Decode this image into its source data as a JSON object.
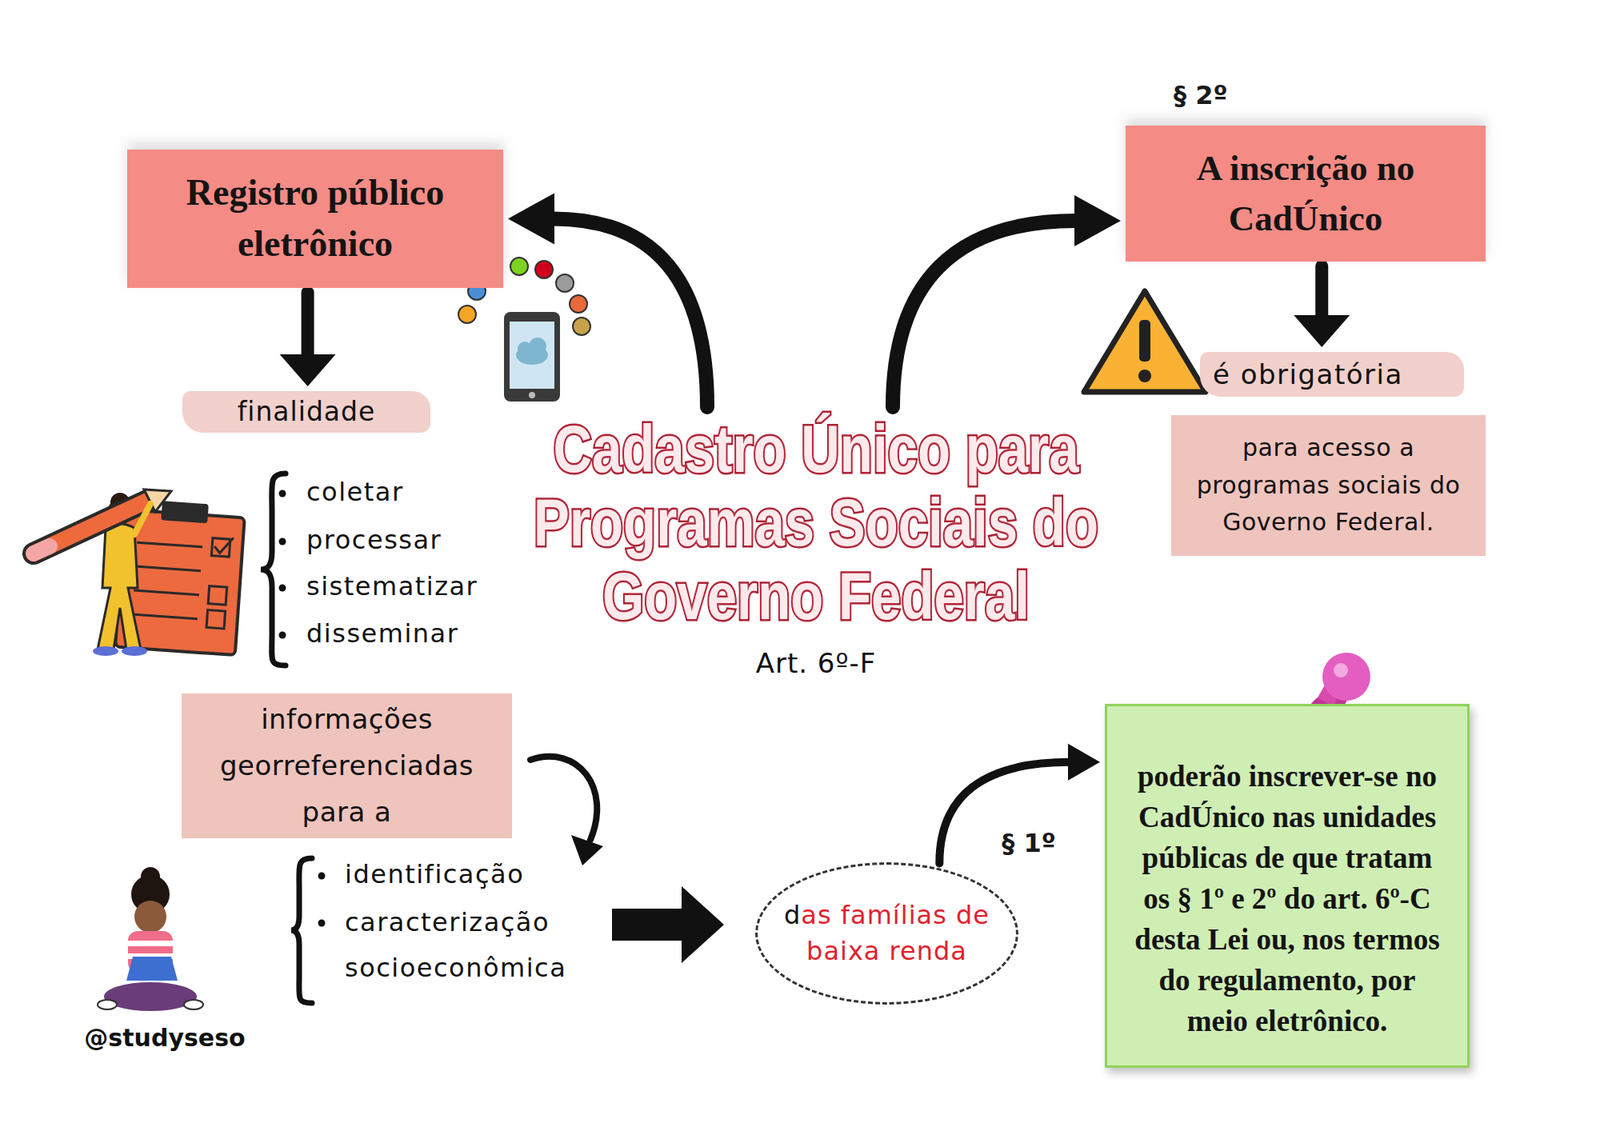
{
  "diagram": {
    "nodes": [
      {
        "text": [
          "Registro público eletrônico"
        ]
      },
      {
        "text": [
          "§ 2º",
          "A inscrição no CadÚnico"
        ]
      },
      {
        "text": [
          "finalidade"
        ]
      },
      {
        "text": [
          "é obrigatória"
        ]
      },
      {
        "text": [
          "Cadastro Único para Programas Sociais do Governo Federal",
          "Art. 6º-F"
        ]
      },
      {
        "text": [
          "para acesso a programas sociais do Governo Federal."
        ]
      },
      {
        "text": [
          "informações georreferenciadas para a"
        ]
      },
      {
        "text": [
          "das famílias de baixa renda"
        ]
      },
      {
        "text": [
          "poderão inscrever-se no CadÚnico nas unidades públicas de que tratam os § 1º e 2º do art. 6º-C desta Lei ou, nos termos do regulamento, por meio eletrônico."
        ]
      }
    ],
    "edges": [
      {
        "from": 4,
        "to": 0,
        "arrow": "to"
      },
      {
        "from": 4,
        "to": 1,
        "arrow": "to"
      },
      {
        "from": 0,
        "to": 2,
        "arrow": "to"
      },
      {
        "from": 1,
        "to": 3,
        "arrow": "to"
      },
      {
        "from": 7,
        "to": 8,
        "label": "§ 1º",
        "arrow": "to"
      }
    ],
    "labels": [
      "coletar",
      "processar",
      "sistematizar",
      "disseminar",
      "identificação",
      "caracterização socioeconômica",
      "@studyseso"
    ]
  }
}
